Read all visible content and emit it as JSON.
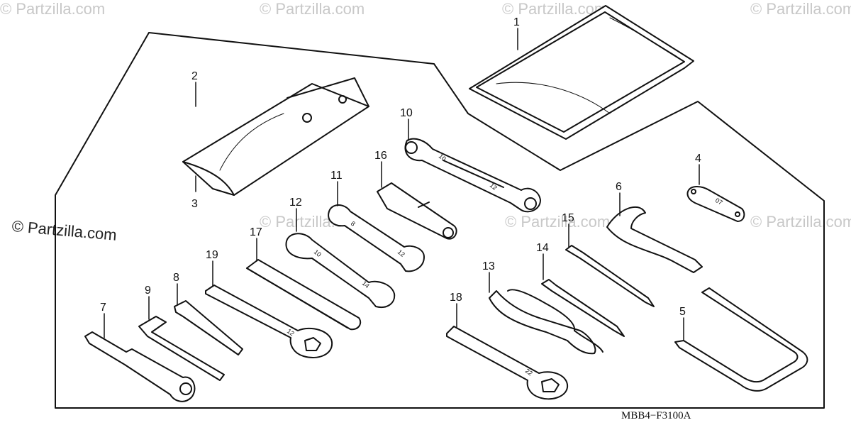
{
  "watermarks": {
    "faded": "© Partzilla.com",
    "main": "© Partzilla.com"
  },
  "diagram_code": "MBB4−F3100A",
  "callouts": [
    "1",
    "2",
    "3",
    "4",
    "5",
    "6",
    "7",
    "8",
    "9",
    "10",
    "11",
    "12",
    "13",
    "14",
    "15",
    "16",
    "17",
    "18",
    "19"
  ],
  "stamps": {
    "w10_a": "10",
    "w10_b": "12",
    "w11_a": "8",
    "w11_b": "12",
    "w12_a": "10",
    "w12_b": "14",
    "w19": "12",
    "w18": "22",
    "w4": "07"
  },
  "parts": [
    {
      "ref": "1",
      "name": "tool-bag"
    },
    {
      "ref": "2",
      "name": "tool-case"
    },
    {
      "ref": "3",
      "name": "tool-case-strap"
    },
    {
      "ref": "4",
      "name": "tool-plate"
    },
    {
      "ref": "5",
      "name": "hex-bar-handle"
    },
    {
      "ref": "6",
      "name": "pin-spanner"
    },
    {
      "ref": "7",
      "name": "spark-plug-wrench"
    },
    {
      "ref": "8",
      "name": "hex-key-small"
    },
    {
      "ref": "9",
      "name": "hex-key-large"
    },
    {
      "ref": "10",
      "name": "ratchet-combination-wrench"
    },
    {
      "ref": "11",
      "name": "open-end-wrench-8x12"
    },
    {
      "ref": "12",
      "name": "open-end-wrench-10x14"
    },
    {
      "ref": "13",
      "name": "pliers"
    },
    {
      "ref": "14",
      "name": "screwdriver-flat"
    },
    {
      "ref": "15",
      "name": "screwdriver-phillips"
    },
    {
      "ref": "16",
      "name": "socket-driver"
    },
    {
      "ref": "17",
      "name": "extension-bar"
    },
    {
      "ref": "18",
      "name": "box-wrench-22"
    },
    {
      "ref": "19",
      "name": "box-wrench-12"
    }
  ]
}
